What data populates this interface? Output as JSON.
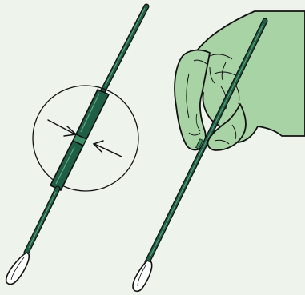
{
  "illustration": {
    "palette": {
      "background": "#eef3eb",
      "stick_green": "#1f5f45",
      "stick_highlight": "#3e8f67",
      "hand_fill": "#a8d3a5",
      "outline": "#111111",
      "swab_tip": "#ffffff"
    },
    "panels": [
      {
        "name": "snap-point-detail",
        "icon": "swab-with-magnifier-and-arrows"
      },
      {
        "name": "hand-holding-swab",
        "icon": "hand-gripping-swab"
      }
    ]
  }
}
